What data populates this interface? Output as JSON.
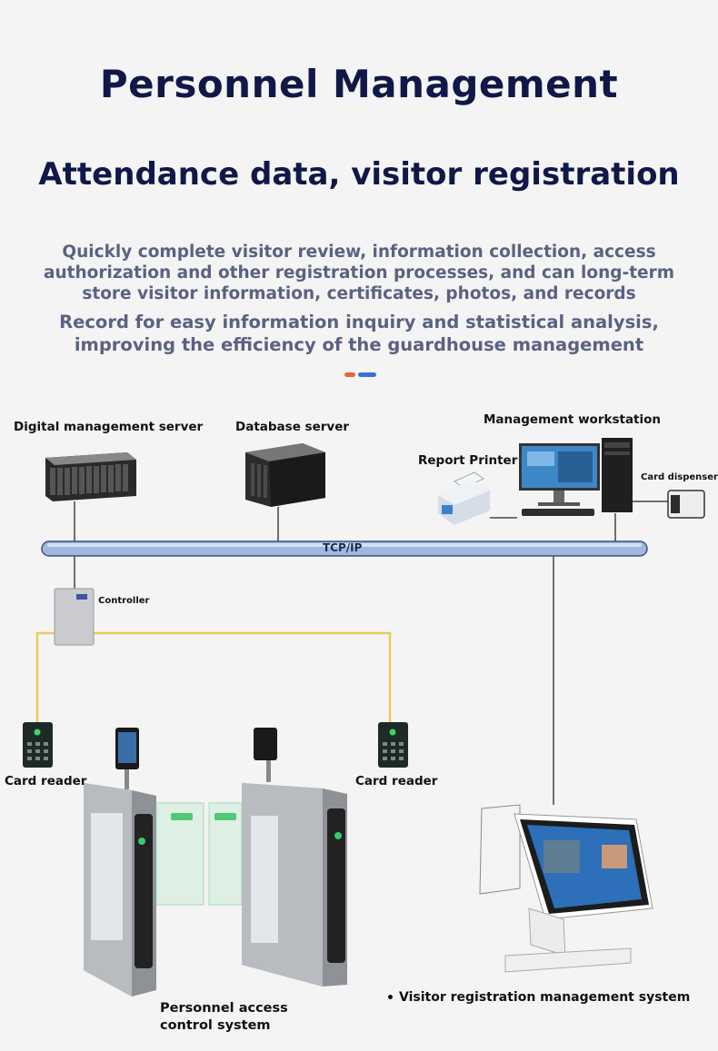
{
  "header": {
    "title": "Personnel Management",
    "subtitle": "Attendance data, visitor registration",
    "description_1": "Quickly complete visitor review, information collection, access authorization and other registration processes, and can long-term store visitor information, certificates, photos, and records",
    "description_2": "Record for easy information inquiry and statistical analysis, improving the efficiency of the guardhouse management"
  },
  "accent_colors": {
    "orange": "#e8663a",
    "blue": "#3b6fd8",
    "title": "#101848",
    "text": "#5a6282"
  },
  "diagram": {
    "bus_label": "TCP/IP",
    "nodes": {
      "digital_server": "Digital management server",
      "database_server": "Database server",
      "workstation": "Management workstation",
      "report_printer": "Report Printer",
      "card_dispenser": "Card dispenser",
      "controller": "Controller",
      "card_reader_left": "Card reader",
      "card_reader_right": "Card reader",
      "access_control_line1": "Personnel access",
      "access_control_line2": "control system",
      "visitor_system": "Visitor registration management system"
    },
    "bullet": "•"
  }
}
